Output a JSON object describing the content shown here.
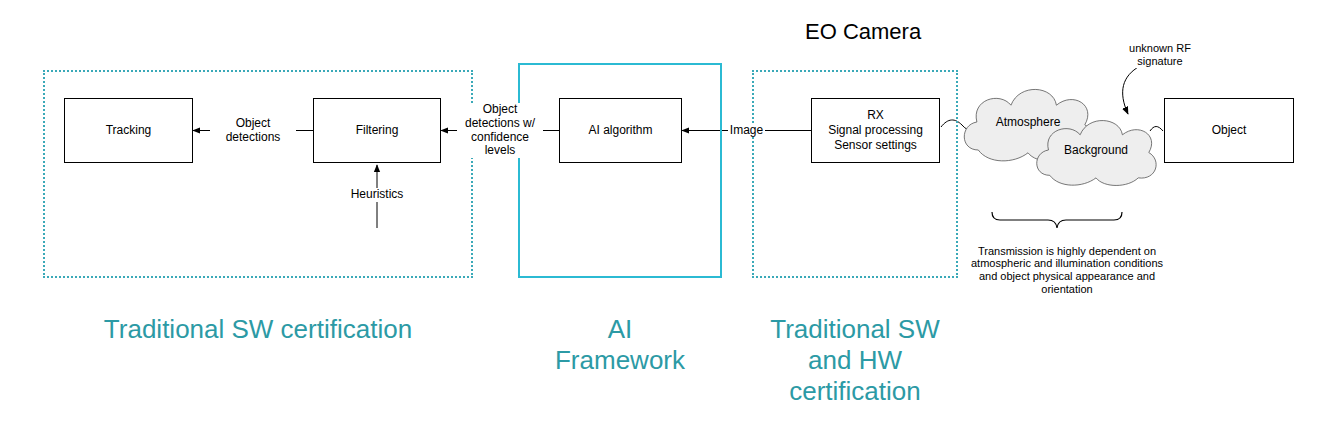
{
  "diagram": {
    "title": "EO Camera",
    "nodes": [
      {
        "text": [
          "Traditional SW certification"
        ]
      },
      {
        "text": [
          "Tracking"
        ],
        "in": 0
      },
      {
        "text": [
          "Filtering"
        ],
        "in": 0
      },
      {
        "text": [
          "AI Framework"
        ]
      },
      {
        "text": [
          "AI algorithm"
        ],
        "in": 3
      },
      {
        "text": [
          "Traditional SW and HW certification"
        ]
      },
      {
        "text": [
          "RX",
          "Signal processing",
          "Sensor settings"
        ],
        "in": 5
      },
      {
        "text": [
          "Atmosphere"
        ]
      },
      {
        "text": [
          "Background"
        ]
      },
      {
        "text": [
          "Object"
        ]
      }
    ],
    "edges": [
      {
        "from": 2,
        "to": 1,
        "label": "Object detections",
        "arrow": "to"
      },
      {
        "from": 4,
        "to": 2,
        "label": "Object detections w/ confidence levels",
        "arrow": "to"
      },
      {
        "from": 6,
        "to": 4,
        "label": "Image",
        "arrow": "to"
      }
    ],
    "labels": [
      "Heuristics",
      "unknown RF signature",
      "Transmission is highly dependent on atmospheric and illumination conditions and object physical appearance and orientation"
    ]
  }
}
